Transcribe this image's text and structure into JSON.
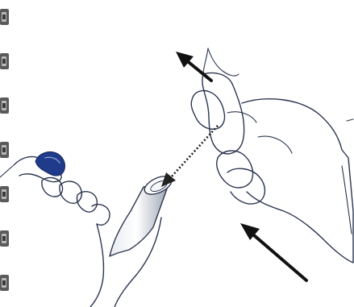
{
  "figure": {
    "kind": "instructional-illustration",
    "background_color": "#ffffff",
    "line_color": "#2b3550",
    "accent_color": "#1f3b8a",
    "arrow_color": "#111111",
    "dotted_arrow_color": "#222222",
    "binder_ring_color": "#5a5a5a"
  },
  "binder_rings": {
    "count": 7
  },
  "left_hand": {
    "holding": "pen-injector",
    "cap_removed": true
  },
  "right_hand": {
    "action": "pull-cap-off"
  },
  "arrows": [
    {
      "name": "up-left-motion",
      "style": "solid"
    },
    {
      "name": "cap-to-needle-direction",
      "style": "dotted"
    },
    {
      "name": "up-left-motion-lower",
      "style": "solid"
    }
  ]
}
